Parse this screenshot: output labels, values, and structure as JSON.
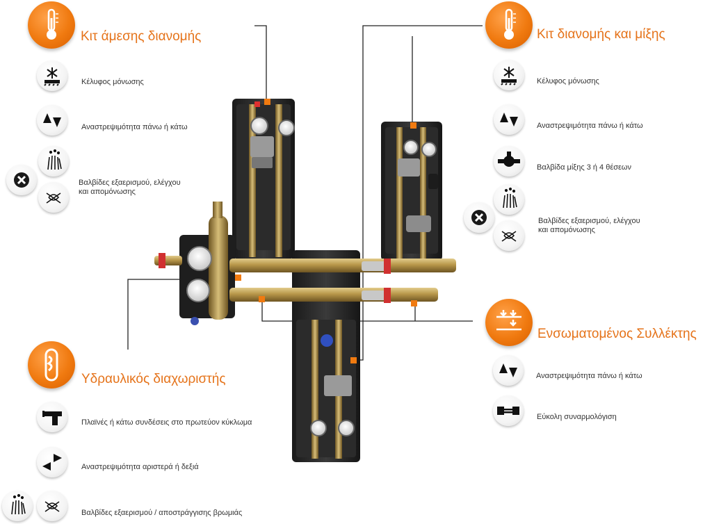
{
  "sections": {
    "direct_kit": {
      "title": "Κιτ άμεσης διανομής",
      "features": [
        {
          "icon": "snowflake-insulation-icon",
          "text": "Κέλυφος μόνωσης"
        },
        {
          "icon": "up-down-arrows-icon",
          "text": "Αναστρεψιμότητα πάνω ή κάτω"
        },
        {
          "icon": "valve-icon",
          "text": "Βαλβίδες εξαερισμού, ελέγχου"
        },
        {
          "icon": "valve-icon",
          "text": "και απομόνωσης"
        }
      ]
    },
    "mixing_kit": {
      "title": "Κιτ διανομής και μίξης",
      "features": [
        {
          "icon": "snowflake-insulation-icon",
          "text": "Κέλυφος μόνωσης"
        },
        {
          "icon": "up-down-arrows-icon",
          "text": "Αναστρεψιμότητα πάνω ή κάτω"
        },
        {
          "icon": "mixing-valve-icon",
          "text": "Βαλβίδα μίξης 3 ή 4 θέσεων"
        },
        {
          "icon": "valve-icon",
          "text": "Βαλβίδες εξαερισμού, ελέγχου"
        },
        {
          "icon": "valve-icon",
          "text": "και απομόνωσης"
        }
      ]
    },
    "collector": {
      "title": "Ενσωματομένος Συλλέκτης",
      "features": [
        {
          "icon": "up-down-arrows-icon",
          "text": "Αναστρεψιμότητα πάνω ή κάτω"
        },
        {
          "icon": "connector-icon",
          "text": "Εύκολη συναρμολόγιση"
        }
      ]
    },
    "separator": {
      "title": "Υδραυλικός διαχωριστής",
      "features": [
        {
          "icon": "tee-connection-icon",
          "text": "Πλαϊνές ή κάτω συνδέσεις στο πρωτεύον κύκλωμα"
        },
        {
          "icon": "left-right-arrows-icon",
          "text": "Αναστρεψιμότητα αριστερά ή δεξιά"
        },
        {
          "icon": "valve-icon",
          "text": "Βαλβίδες εξαερισμού / αποστράγγισης βρωμιάς"
        }
      ]
    }
  },
  "colors": {
    "accent": "#f07a10",
    "title": "#e5731a",
    "text": "#333333",
    "insulation": "#2a2a2a",
    "brass": "#b89a4e",
    "marker": "#f07a10"
  }
}
